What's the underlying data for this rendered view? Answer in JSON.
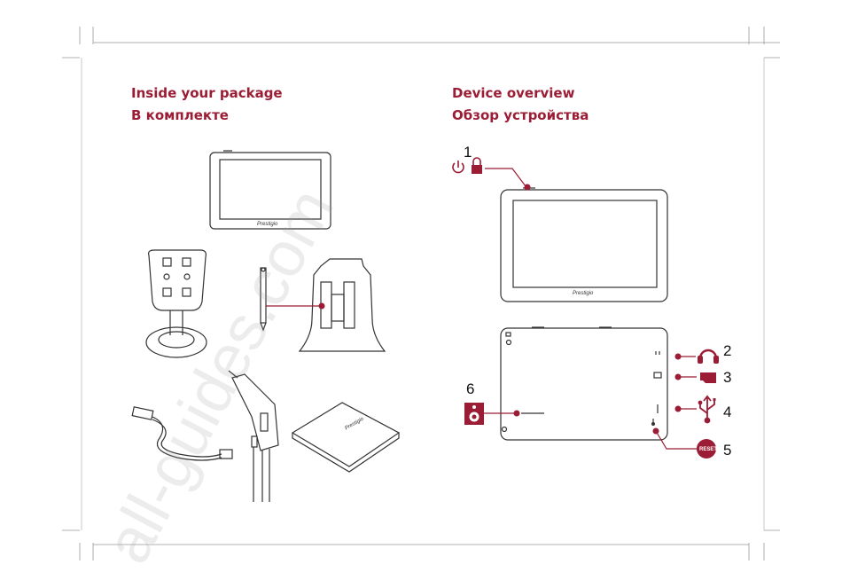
{
  "package_section": {
    "title_en": "Inside your package",
    "title_ru": "В комплекте",
    "brand_label": "Prestigio",
    "manual_label": "Prestigio"
  },
  "overview_section": {
    "title_en": "Device overview",
    "title_ru": "Обзор устройства",
    "brand_label": "Prestigio",
    "callouts": [
      {
        "number": "1",
        "icon": "power-lock-icon"
      },
      {
        "number": "2",
        "icon": "headphones-icon"
      },
      {
        "number": "3",
        "icon": "sd-card-icon"
      },
      {
        "number": "4",
        "icon": "usb-icon"
      },
      {
        "number": "5",
        "icon": "reset-button-icon",
        "label": "RESET"
      },
      {
        "number": "6",
        "icon": "speaker-icon"
      }
    ]
  },
  "watermark": "all-guides.com",
  "colors": {
    "accent": "#9b1c35",
    "line": "#333333"
  }
}
